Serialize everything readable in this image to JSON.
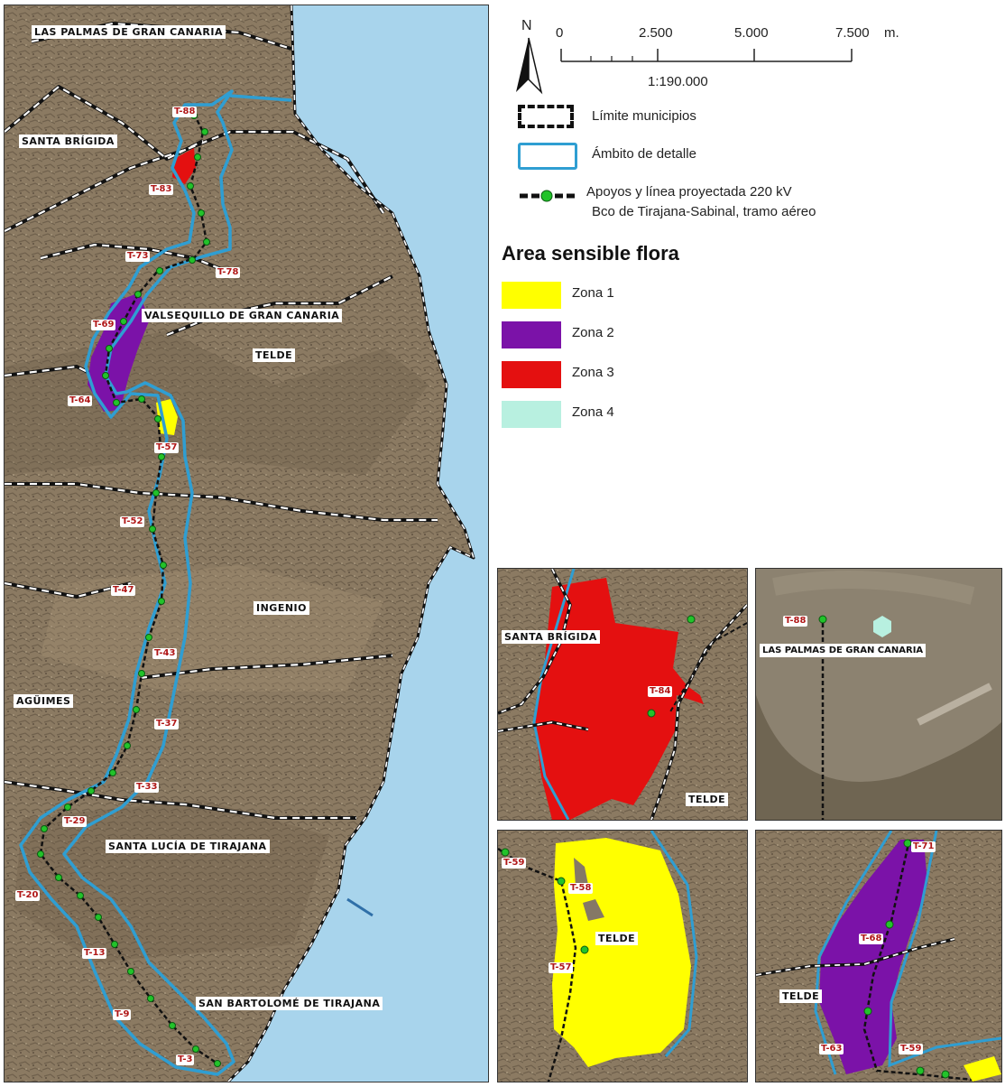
{
  "main_map": {
    "municipalities": [
      "LAS PALMAS DE GRAN CANARIA",
      "SANTA BRÍGIDA",
      "VALSEQUILLO DE GRAN CANARIA",
      "TELDE",
      "INGENIO",
      "AGÜIMES",
      "SANTA LUCÍA DE TIRAJANA",
      "SAN BARTOLOMÉ DE TIRAJANA"
    ],
    "towers": [
      "T-88",
      "T-83",
      "T-78",
      "T-73",
      "T-69",
      "T-64",
      "T-57",
      "T-52",
      "T-47",
      "T-43",
      "T-37",
      "T-33",
      "T-29",
      "T-20",
      "T-13",
      "T-9",
      "T-3"
    ]
  },
  "legend": {
    "north": "N",
    "scale_ticks": [
      "0",
      "2.500",
      "5.000",
      "7.500"
    ],
    "scale_unit": "m.",
    "scale_ratio": "1:190.000",
    "items": [
      {
        "label": "Límite municipios"
      },
      {
        "label": "Ámbito de detalle"
      },
      {
        "label": "Apoyos y línea proyectada 220 kV",
        "label2": "Bco de Tirajana-Sabinal, tramo aéreo"
      }
    ],
    "title": "Area sensible flora",
    "zones": [
      {
        "label": "Zona 1",
        "color": "#ffff00"
      },
      {
        "label": "Zona 2",
        "color": "#7b12a8"
      },
      {
        "label": "Zona 3",
        "color": "#e41010"
      },
      {
        "label": "Zona 4",
        "color": "#b8f0e0"
      }
    ]
  },
  "insets": [
    {
      "labels": [
        "SANTA BRÍGIDA",
        "TELDE"
      ],
      "tower": "T-84"
    },
    {
      "labels": [
        "LAS PALMAS DE GRAN CANARIA"
      ],
      "tower": "T-88"
    },
    {
      "labels": [
        "TELDE"
      ],
      "towers": [
        "T-59",
        "T-58",
        "T-57"
      ]
    },
    {
      "labels": [
        "TELDE"
      ],
      "towers": [
        "T-71",
        "T-68",
        "T-63",
        "T-59"
      ]
    }
  ],
  "colors": {
    "sea": "#a8d4ec",
    "terrain": "#8a7a63",
    "buffer": "#2f9ed2",
    "tower": "#22c32a",
    "zone1": "#ffff00",
    "zone2": "#7b12a8",
    "zone3": "#e41010",
    "zone4": "#b8f0e0"
  }
}
